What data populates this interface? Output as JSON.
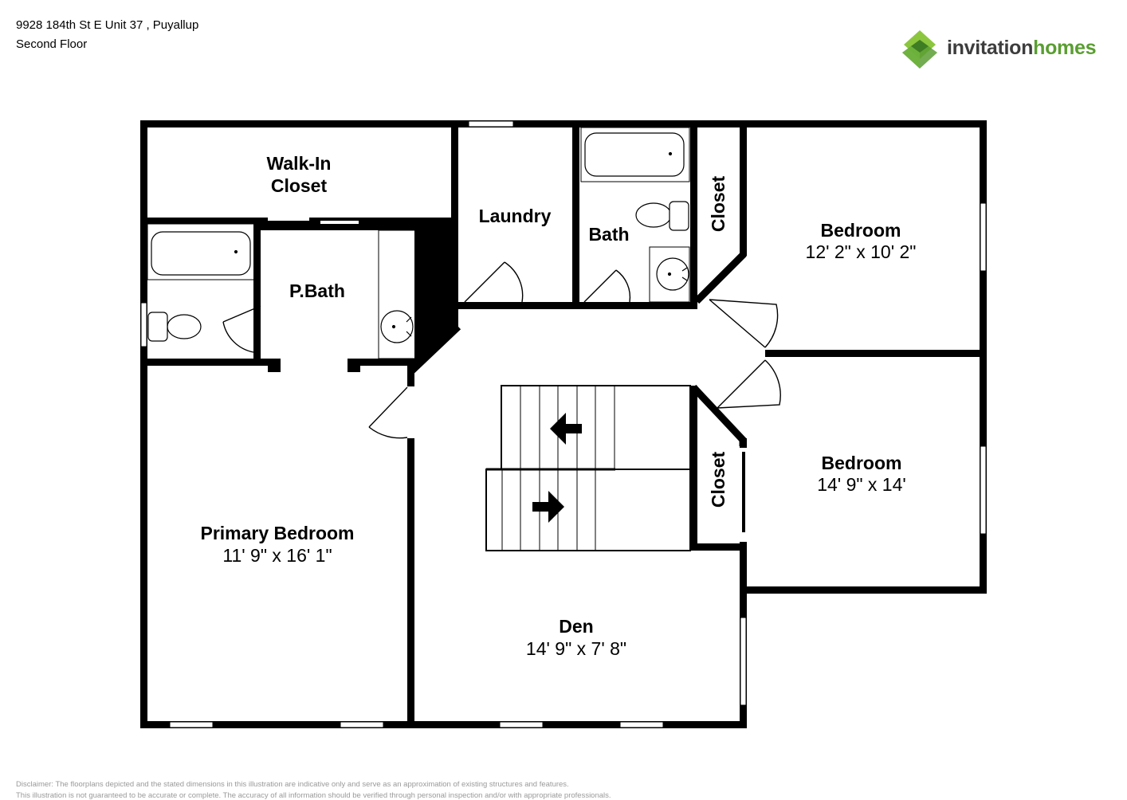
{
  "header": {
    "address": "9928 184th St E Unit 37 , Puyallup",
    "floor": "Second Floor"
  },
  "logo": {
    "word1": "invitation",
    "word2": "homes",
    "colors": {
      "dark": "#3d3d3d",
      "green": "#5a9e32",
      "light_green": "#8cc63f"
    }
  },
  "rooms": {
    "walkin_line1": "Walk-In",
    "walkin_line2": "Closet",
    "laundry": "Laundry",
    "bath": "Bath",
    "pbath": "P.Bath",
    "closet_top": "Closet",
    "closet_bottom": "Closet",
    "bedroom1_name": "Bedroom",
    "bedroom1_dim": "12' 2\" x 10' 2\"",
    "bedroom2_name": "Bedroom",
    "bedroom2_dim": "14' 9\" x 14'",
    "primary_name": "Primary Bedroom",
    "primary_dim": "11' 9\" x 16' 1\"",
    "den_name": "Den",
    "den_dim": "14' 9\" x 7' 8\""
  },
  "disclaimer": {
    "line1": "Disclaimer: The floorplans depicted and the stated dimensions in this illustration are indicative only and serve as an approximation of existing structures and features.",
    "line2": "This illustration is not guaranteed to be accurate or complete. The accuracy of all information should be verified through personal inspection and/or with appropriate professionals."
  }
}
